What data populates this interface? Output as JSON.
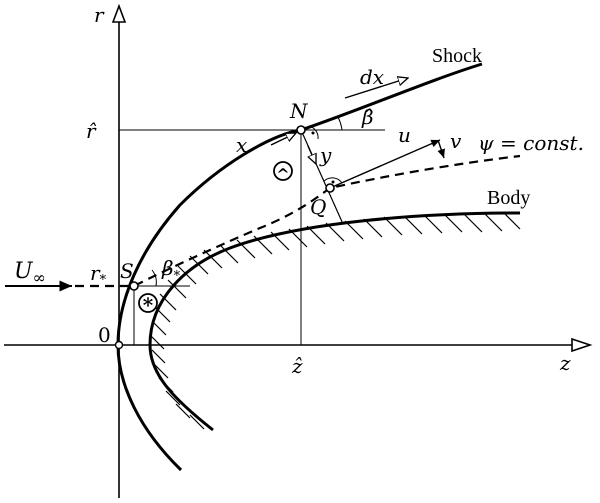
{
  "axes": {
    "r_label": "r",
    "z_label": "z",
    "origin_label": "0",
    "r_hat_label": "r̂",
    "z_hat_label": "ẑ",
    "r_star_label": "r",
    "r_star_sub": "*"
  },
  "labels": {
    "u_inf": "U",
    "u_inf_sub": "∞",
    "S": "S",
    "beta_star": "β",
    "beta_star_sub": "*",
    "star_marker": "*",
    "hat_marker": "^",
    "N": "N",
    "beta_hat": "β̂",
    "x": "x",
    "y": "y",
    "dx": "dx",
    "Q": "Q",
    "u": "u",
    "v": "v",
    "psi": "ψ = const.",
    "shock": "Shock",
    "body": "Body"
  }
}
